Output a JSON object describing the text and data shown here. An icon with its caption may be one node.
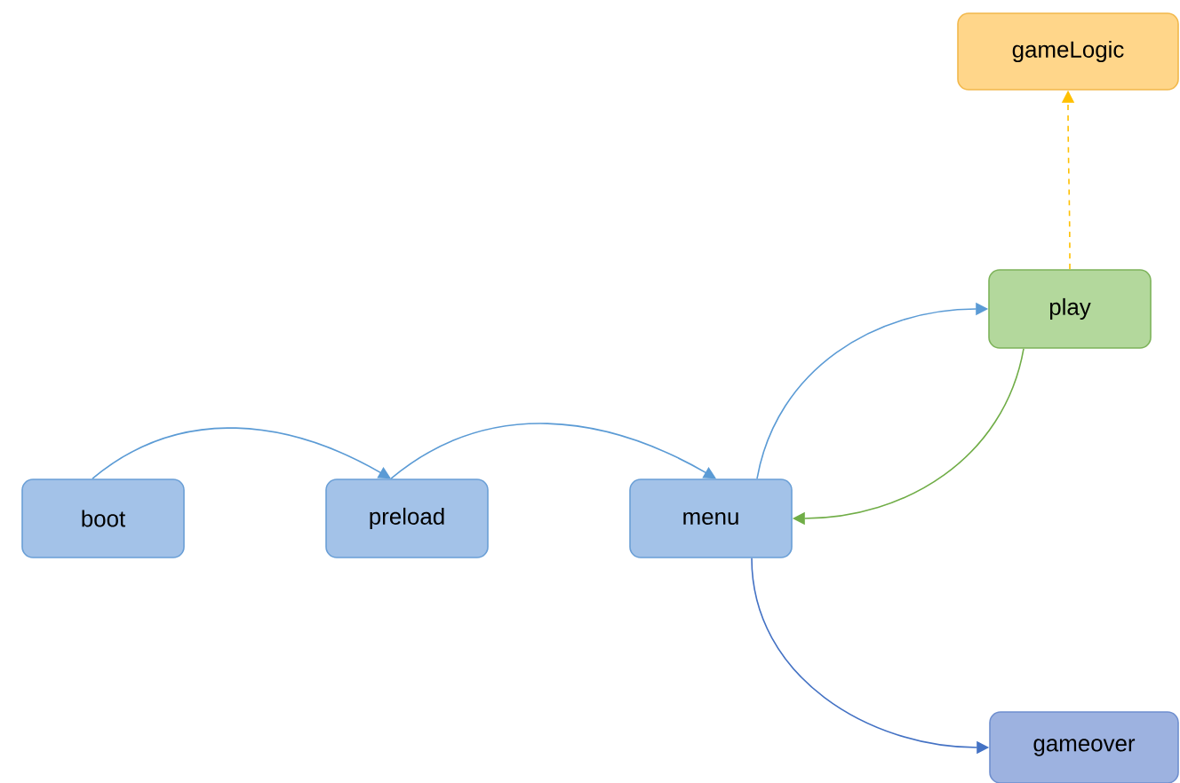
{
  "diagram": {
    "nodes": [
      {
        "text": [
          "boot"
        ]
      },
      {
        "text": [
          "preload"
        ]
      },
      {
        "text": [
          "menu"
        ]
      },
      {
        "text": [
          "play"
        ]
      },
      {
        "text": [
          "gameLogic"
        ]
      },
      {
        "text": [
          "gameover"
        ]
      }
    ],
    "edges": [
      {
        "from": 0,
        "to": 1,
        "arrow": "to"
      },
      {
        "from": 1,
        "to": 2,
        "arrow": "to"
      },
      {
        "from": 2,
        "to": 3,
        "arrow": "to"
      },
      {
        "from": 3,
        "to": 2,
        "arrow": "to",
        "color": "#70ad47"
      },
      {
        "from": 3,
        "to": 4,
        "arrow": "to",
        "style": "dashed",
        "color": "#ffc000"
      },
      {
        "from": 2,
        "to": 5,
        "arrow": "to",
        "color": "#4472c4"
      }
    ]
  }
}
